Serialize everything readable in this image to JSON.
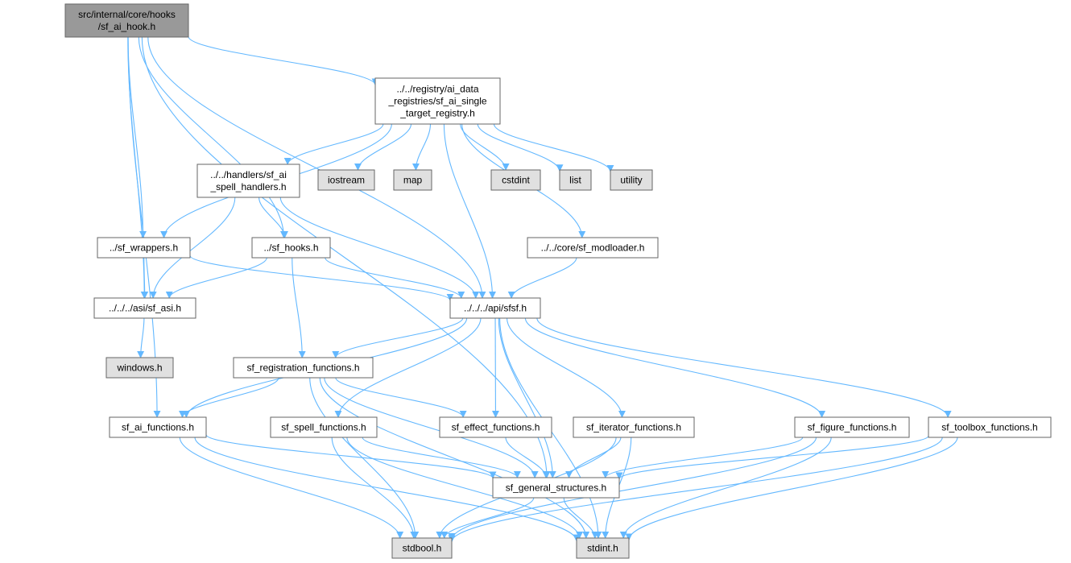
{
  "colors": {
    "edge": "#63b8ff",
    "node_fill": "#ffffff",
    "node_border": "#666666",
    "root_fill": "#999999",
    "external_fill": "#e0e0e0",
    "text": "#000000"
  },
  "nodes": [
    {
      "id": "root",
      "kind": "root",
      "lines": [
        "src/internal/core/hooks",
        "/sf_ai_hook.h"
      ]
    },
    {
      "id": "registry",
      "kind": "file",
      "lines": [
        "../../registry/ai_data",
        "_registries/sf_ai_single",
        "_target_registry.h"
      ]
    },
    {
      "id": "handlers",
      "kind": "file",
      "lines": [
        "../../handlers/sf_ai",
        "_spell_handlers.h"
      ]
    },
    {
      "id": "iostream",
      "kind": "external",
      "lines": [
        "iostream"
      ]
    },
    {
      "id": "map",
      "kind": "external",
      "lines": [
        "map"
      ]
    },
    {
      "id": "cstdint",
      "kind": "external",
      "lines": [
        "cstdint"
      ]
    },
    {
      "id": "list",
      "kind": "external",
      "lines": [
        "list"
      ]
    },
    {
      "id": "utility",
      "kind": "external",
      "lines": [
        "utility"
      ]
    },
    {
      "id": "wrappers",
      "kind": "file",
      "lines": [
        "../sf_wrappers.h"
      ]
    },
    {
      "id": "hooks",
      "kind": "file",
      "lines": [
        "../sf_hooks.h"
      ]
    },
    {
      "id": "modloader",
      "kind": "file",
      "lines": [
        "../../core/sf_modloader.h"
      ]
    },
    {
      "id": "asi",
      "kind": "file",
      "lines": [
        "../../../asi/sf_asi.h"
      ]
    },
    {
      "id": "sfsf",
      "kind": "file",
      "lines": [
        "../../../api/sfsf.h"
      ]
    },
    {
      "id": "windows",
      "kind": "external",
      "lines": [
        "windows.h"
      ]
    },
    {
      "id": "regfn",
      "kind": "file",
      "lines": [
        "sf_registration_functions.h"
      ]
    },
    {
      "id": "aifn",
      "kind": "file",
      "lines": [
        "sf_ai_functions.h"
      ]
    },
    {
      "id": "spellfn",
      "kind": "file",
      "lines": [
        "sf_spell_functions.h"
      ]
    },
    {
      "id": "effectfn",
      "kind": "file",
      "lines": [
        "sf_effect_functions.h"
      ]
    },
    {
      "id": "iterfn",
      "kind": "file",
      "lines": [
        "sf_iterator_functions.h"
      ]
    },
    {
      "id": "figfn",
      "kind": "file",
      "lines": [
        "sf_figure_functions.h"
      ]
    },
    {
      "id": "toolfn",
      "kind": "file",
      "lines": [
        "sf_toolbox_functions.h"
      ]
    },
    {
      "id": "general",
      "kind": "file",
      "lines": [
        "sf_general_structures.h"
      ]
    },
    {
      "id": "stdbool",
      "kind": "external",
      "lines": [
        "stdbool.h"
      ]
    },
    {
      "id": "stdint",
      "kind": "external",
      "lines": [
        "stdint.h"
      ]
    }
  ],
  "edges": [
    [
      "root",
      "registry"
    ],
    [
      "root",
      "wrappers"
    ],
    [
      "root",
      "hooks"
    ],
    [
      "root",
      "asi"
    ],
    [
      "root",
      "sfsf"
    ],
    [
      "root",
      "aifn"
    ],
    [
      "root",
      "general"
    ],
    [
      "registry",
      "handlers"
    ],
    [
      "registry",
      "iostream"
    ],
    [
      "registry",
      "map"
    ],
    [
      "registry",
      "cstdint"
    ],
    [
      "registry",
      "list"
    ],
    [
      "registry",
      "utility"
    ],
    [
      "registry",
      "wrappers"
    ],
    [
      "registry",
      "modloader"
    ],
    [
      "registry",
      "sfsf"
    ],
    [
      "handlers",
      "hooks"
    ],
    [
      "handlers",
      "asi"
    ],
    [
      "handlers",
      "sfsf"
    ],
    [
      "wrappers",
      "asi"
    ],
    [
      "wrappers",
      "sfsf"
    ],
    [
      "hooks",
      "asi"
    ],
    [
      "hooks",
      "sfsf"
    ],
    [
      "hooks",
      "regfn"
    ],
    [
      "modloader",
      "sfsf"
    ],
    [
      "asi",
      "windows"
    ],
    [
      "sfsf",
      "regfn"
    ],
    [
      "sfsf",
      "aifn"
    ],
    [
      "sfsf",
      "spellfn"
    ],
    [
      "sfsf",
      "effectfn"
    ],
    [
      "sfsf",
      "iterfn"
    ],
    [
      "sfsf",
      "figfn"
    ],
    [
      "sfsf",
      "toolfn"
    ],
    [
      "sfsf",
      "general"
    ],
    [
      "sfsf",
      "stdint"
    ],
    [
      "regfn",
      "aifn"
    ],
    [
      "regfn",
      "effectfn"
    ],
    [
      "regfn",
      "general"
    ],
    [
      "regfn",
      "stdbool"
    ],
    [
      "regfn",
      "stdint"
    ],
    [
      "aifn",
      "general"
    ],
    [
      "aifn",
      "stdbool"
    ],
    [
      "aifn",
      "stdint"
    ],
    [
      "spellfn",
      "general"
    ],
    [
      "spellfn",
      "stdbool"
    ],
    [
      "spellfn",
      "stdint"
    ],
    [
      "effectfn",
      "general"
    ],
    [
      "iterfn",
      "general"
    ],
    [
      "iterfn",
      "stdbool"
    ],
    [
      "iterfn",
      "stdint"
    ],
    [
      "figfn",
      "general"
    ],
    [
      "figfn",
      "stdbool"
    ],
    [
      "figfn",
      "stdint"
    ],
    [
      "toolfn",
      "general"
    ],
    [
      "toolfn",
      "stdbool"
    ],
    [
      "toolfn",
      "stdint"
    ],
    [
      "general",
      "stdbool"
    ],
    [
      "general",
      "stdint"
    ]
  ]
}
